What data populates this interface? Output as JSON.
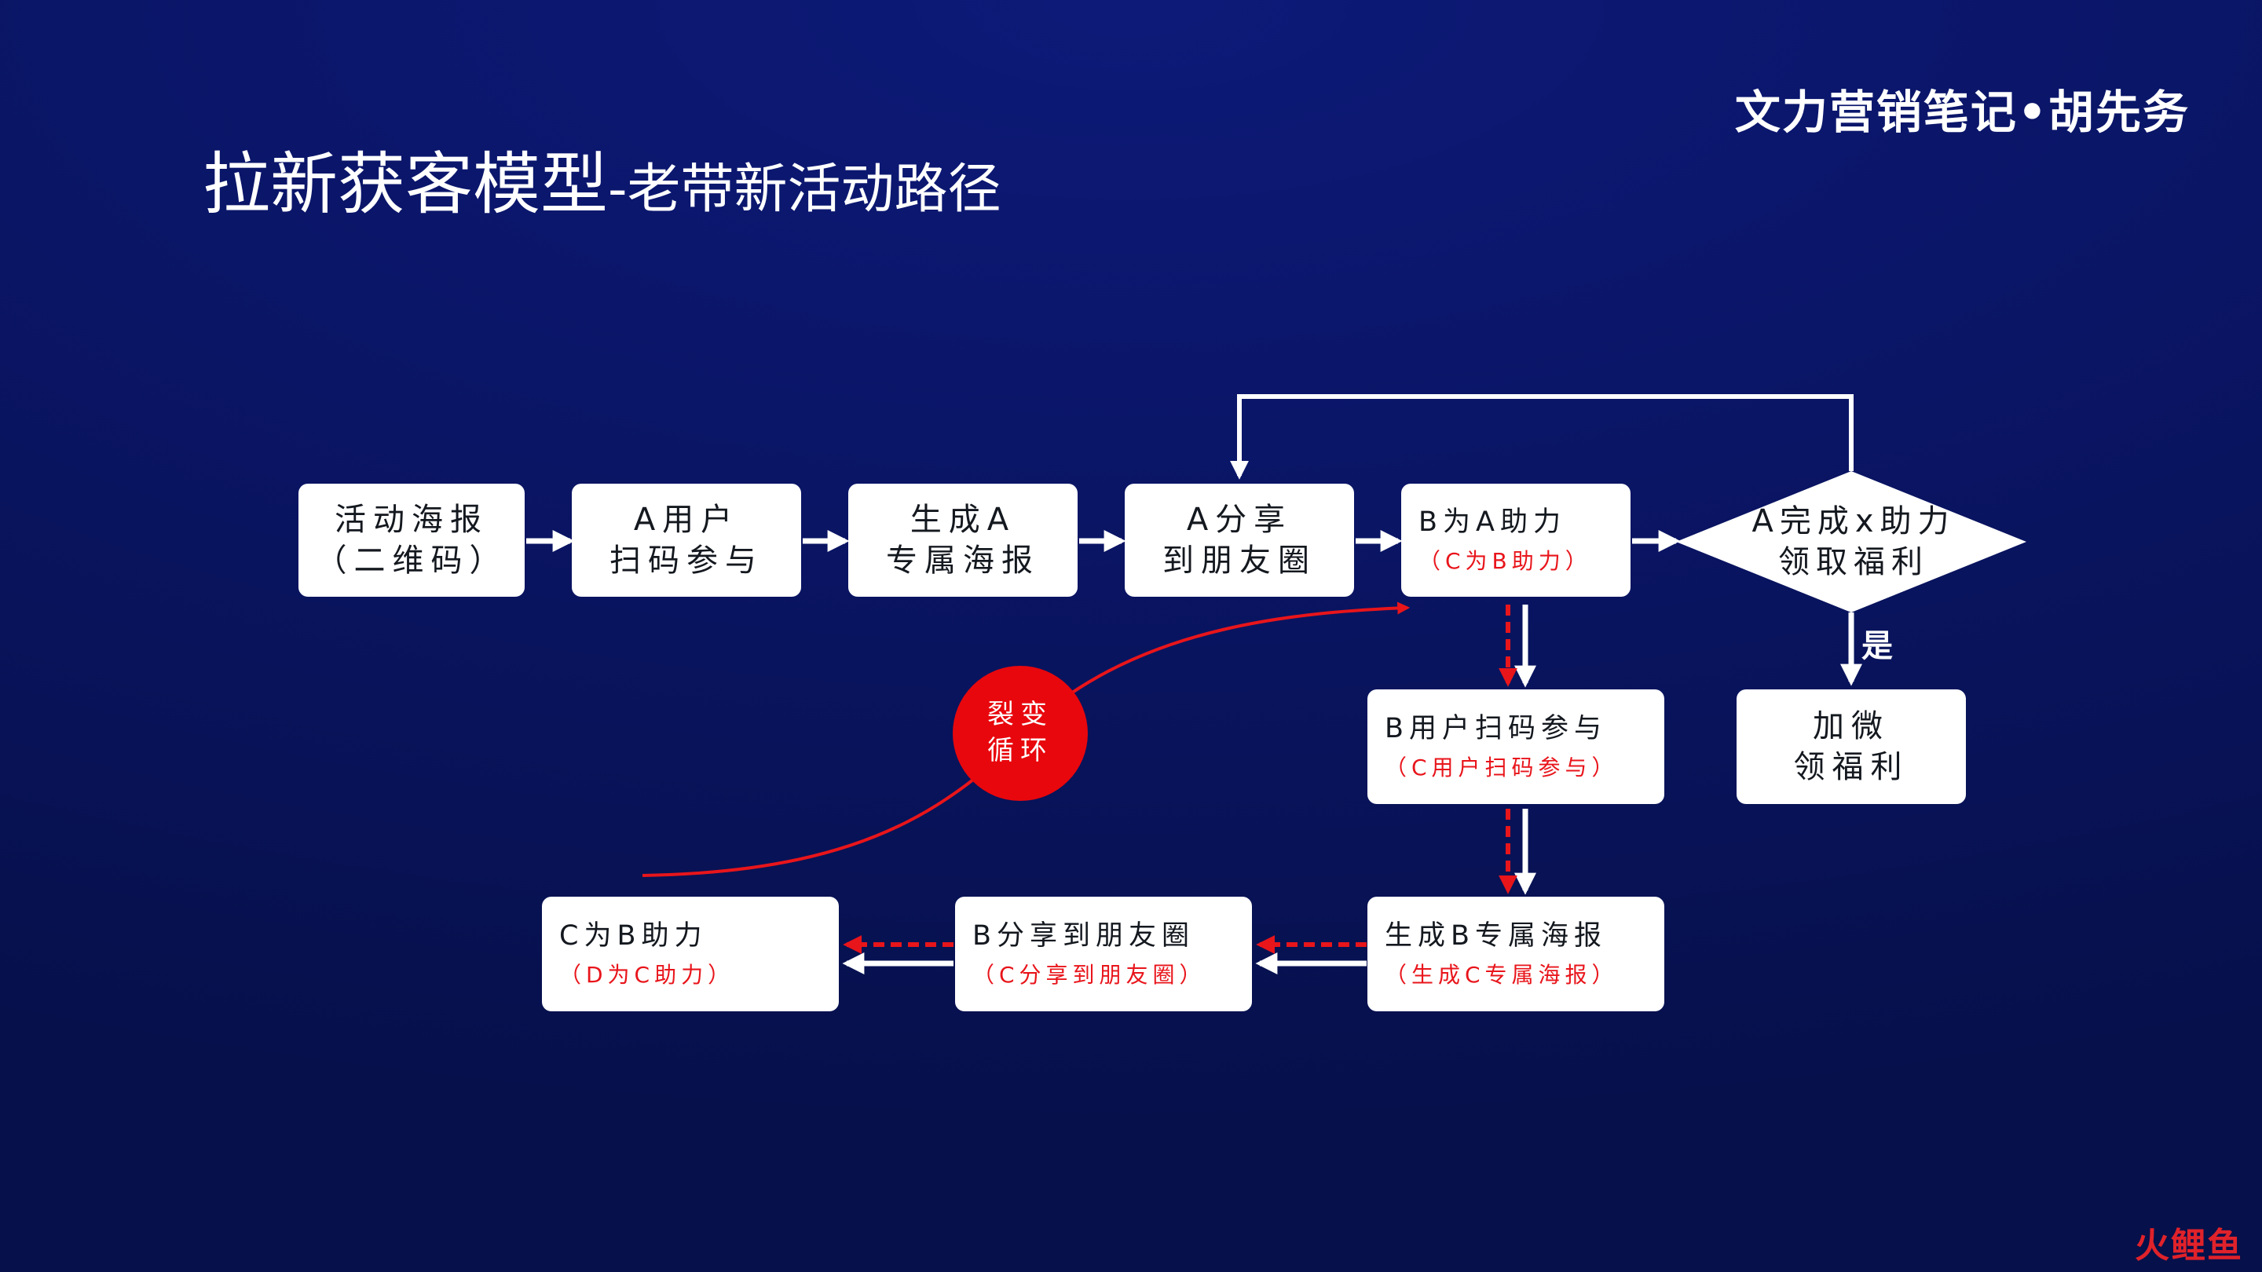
{
  "brand": "文力营销笔记•胡先务",
  "title": {
    "main": "拉新获客模型",
    "sub": "-老带新活动路径"
  },
  "nodes": {
    "poster": {
      "line1": "活动海报",
      "line2": "（二维码）"
    },
    "a_scan": {
      "line1": "A用户",
      "line2": "扫码参与"
    },
    "gen_a": {
      "line1": "生成A",
      "line2": "专属海报"
    },
    "a_share": {
      "line1": "A分享",
      "line2": "到朋友圈"
    },
    "b_help_a": {
      "line1": "B为A助力",
      "line2": "（C为B助力）"
    },
    "decision": {
      "line1": "A完成x助力",
      "line2": "领取福利"
    },
    "add_wechat": {
      "line1": "加微",
      "line2": "领福利"
    },
    "b_scan": {
      "line1": "B用户扫码参与",
      "line2": "（C用户扫码参与）"
    },
    "gen_b": {
      "line1": "生成B专属海报",
      "line2": "（生成C专属海报）"
    },
    "b_share": {
      "line1": "B分享到朋友圈",
      "line2": "（C分享到朋友圈）"
    },
    "c_help_b": {
      "line1": "C为B助力",
      "line2": "（D为C助力）"
    }
  },
  "yes_label": "是",
  "cycle": {
    "line1": "裂变",
    "line2": "循环"
  },
  "watermark": "火鲤鱼",
  "colors": {
    "background": "#0a1565",
    "box": "#ffffff",
    "accent_red": "#e8151b",
    "arrow_white": "#ffffff"
  }
}
